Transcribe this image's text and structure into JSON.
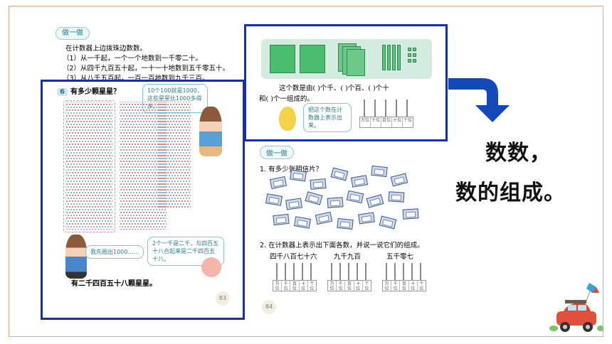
{
  "left_page": {
    "do_label": "做一做",
    "intro": "在计数器上边拨珠边数数。",
    "items": [
      "（1）从一千起，一个一个地数到一千零二十。",
      "（2）从四千九百五十起，一十一十地数到五千零五十。",
      "（3）从八千五百起，一百一百地数到九千三百。"
    ],
    "q_num": "6",
    "q_text": "有多少颗星星？",
    "bubble_top": "10个100就是1000，这些星星比1000多得多。",
    "bubble_left": "我先圈出1000……",
    "bubble_right": "2个一千是二千，与四百五十八合起来是二千四百五十八。",
    "answer": "有二千四百五十八颗星星。",
    "page_number": "83"
  },
  "right_page": {
    "fill_line1": "这个数是由(    )个千、(    )个百、(    )个十",
    "fill_line2": "和(    )个一组成的。",
    "bubble_helper": "把这个数在计数器上表示出来。",
    "abacus_labels": [
      "万位",
      "千位",
      "百位",
      "十位",
      "个位"
    ],
    "do_label": "做一做",
    "q1": "1. 有多少张明信片？",
    "q2": "2. 在计数器上表示出下面各数，并说一说它们的组成。",
    "numbers": [
      "四千八百七十六",
      "九千九百",
      "五千零七"
    ],
    "page_number": "84"
  },
  "caption": {
    "line1": "数数，",
    "line2": "数的组成。"
  },
  "colors": {
    "highlight_border": "#1b2ea8",
    "arrow": "#1448b8",
    "frame": "#e8a489"
  }
}
